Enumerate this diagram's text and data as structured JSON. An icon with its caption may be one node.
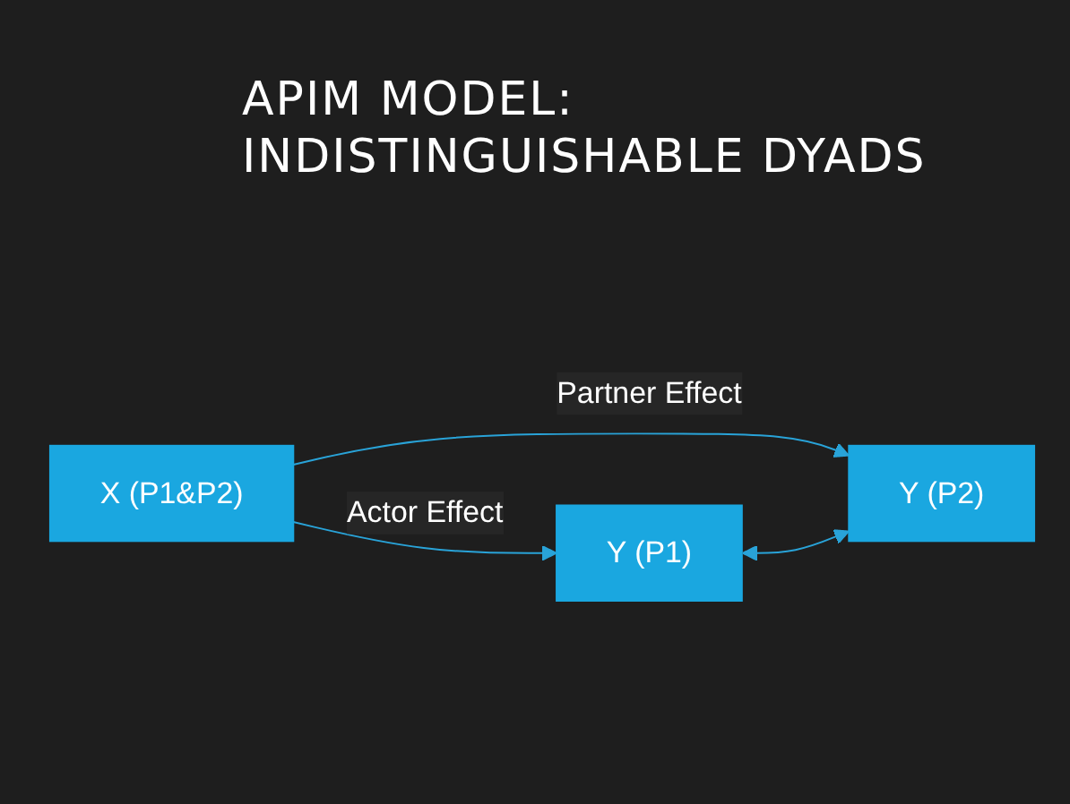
{
  "diagram": {
    "title": "APIM MODEL: INDISTINGUISHABLE DYADS",
    "nodes": [
      {
        "text": [
          "X (P1&P2)"
        ]
      },
      {
        "text": [
          "Y (P1)"
        ]
      },
      {
        "text": [
          "Y (P2)"
        ]
      }
    ],
    "edges": [
      {
        "from": 0,
        "to": 1,
        "arrow": "to",
        "label": "Actor Effect"
      },
      {
        "from": 0,
        "to": 2,
        "arrow": "to",
        "label": "Partner Effect"
      },
      {
        "from": 1,
        "to": 2,
        "arrow": "both"
      }
    ]
  }
}
